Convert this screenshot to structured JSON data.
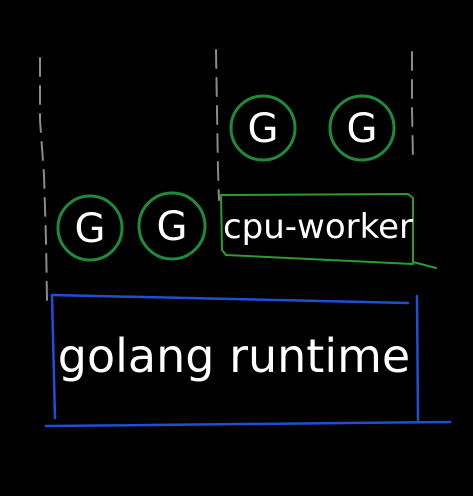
{
  "colors": {
    "background": "#000000",
    "goroutine_stroke": "#1f8a3a",
    "worker_stroke": "#2f9a2f",
    "runtime_stroke": "#1f4fd6",
    "divider_stroke": "#8a8a8a",
    "text": "#ffffff"
  },
  "goroutines": [
    {
      "label": "G"
    },
    {
      "label": "G"
    },
    {
      "label": "G"
    },
    {
      "label": "G"
    }
  ],
  "cpu_worker": {
    "label": "cpu-worker"
  },
  "runtime": {
    "label": "golang runtime"
  }
}
